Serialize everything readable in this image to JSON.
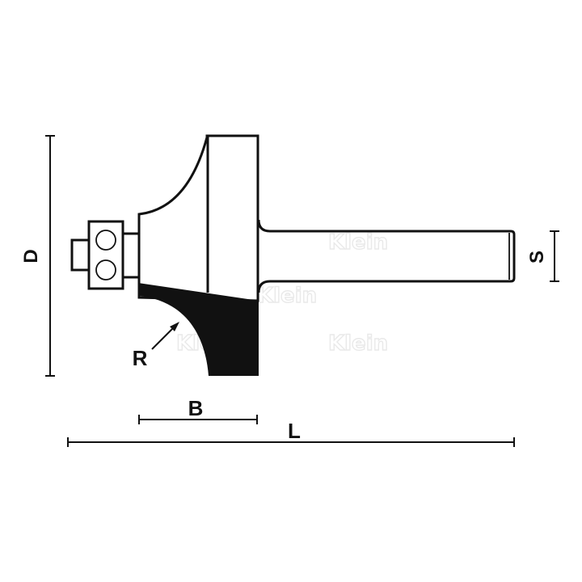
{
  "diagram": {
    "type": "technical-drawing",
    "subject": "Rounding-over router bit with ball bearing",
    "colors": {
      "background": "#ffffff",
      "line": "#111111",
      "fill_cutter": "#111111",
      "watermark": "#e9e9e9"
    },
    "dimensions": {
      "D": {
        "label": "D",
        "meaning": "cutting diameter",
        "orientation": "vertical"
      },
      "S": {
        "label": "S",
        "meaning": "shank diameter",
        "orientation": "vertical"
      },
      "R": {
        "label": "R",
        "meaning": "radius",
        "orientation": "arrow"
      },
      "B": {
        "label": "B",
        "meaning": "cutting length",
        "orientation": "horizontal"
      },
      "L": {
        "label": "L",
        "meaning": "overall length",
        "orientation": "horizontal"
      }
    },
    "parts": [
      "bearing",
      "bearing-screw",
      "cutter-body",
      "carbide-tip",
      "shank"
    ],
    "watermark": {
      "text": "Klein",
      "count": 5
    }
  }
}
